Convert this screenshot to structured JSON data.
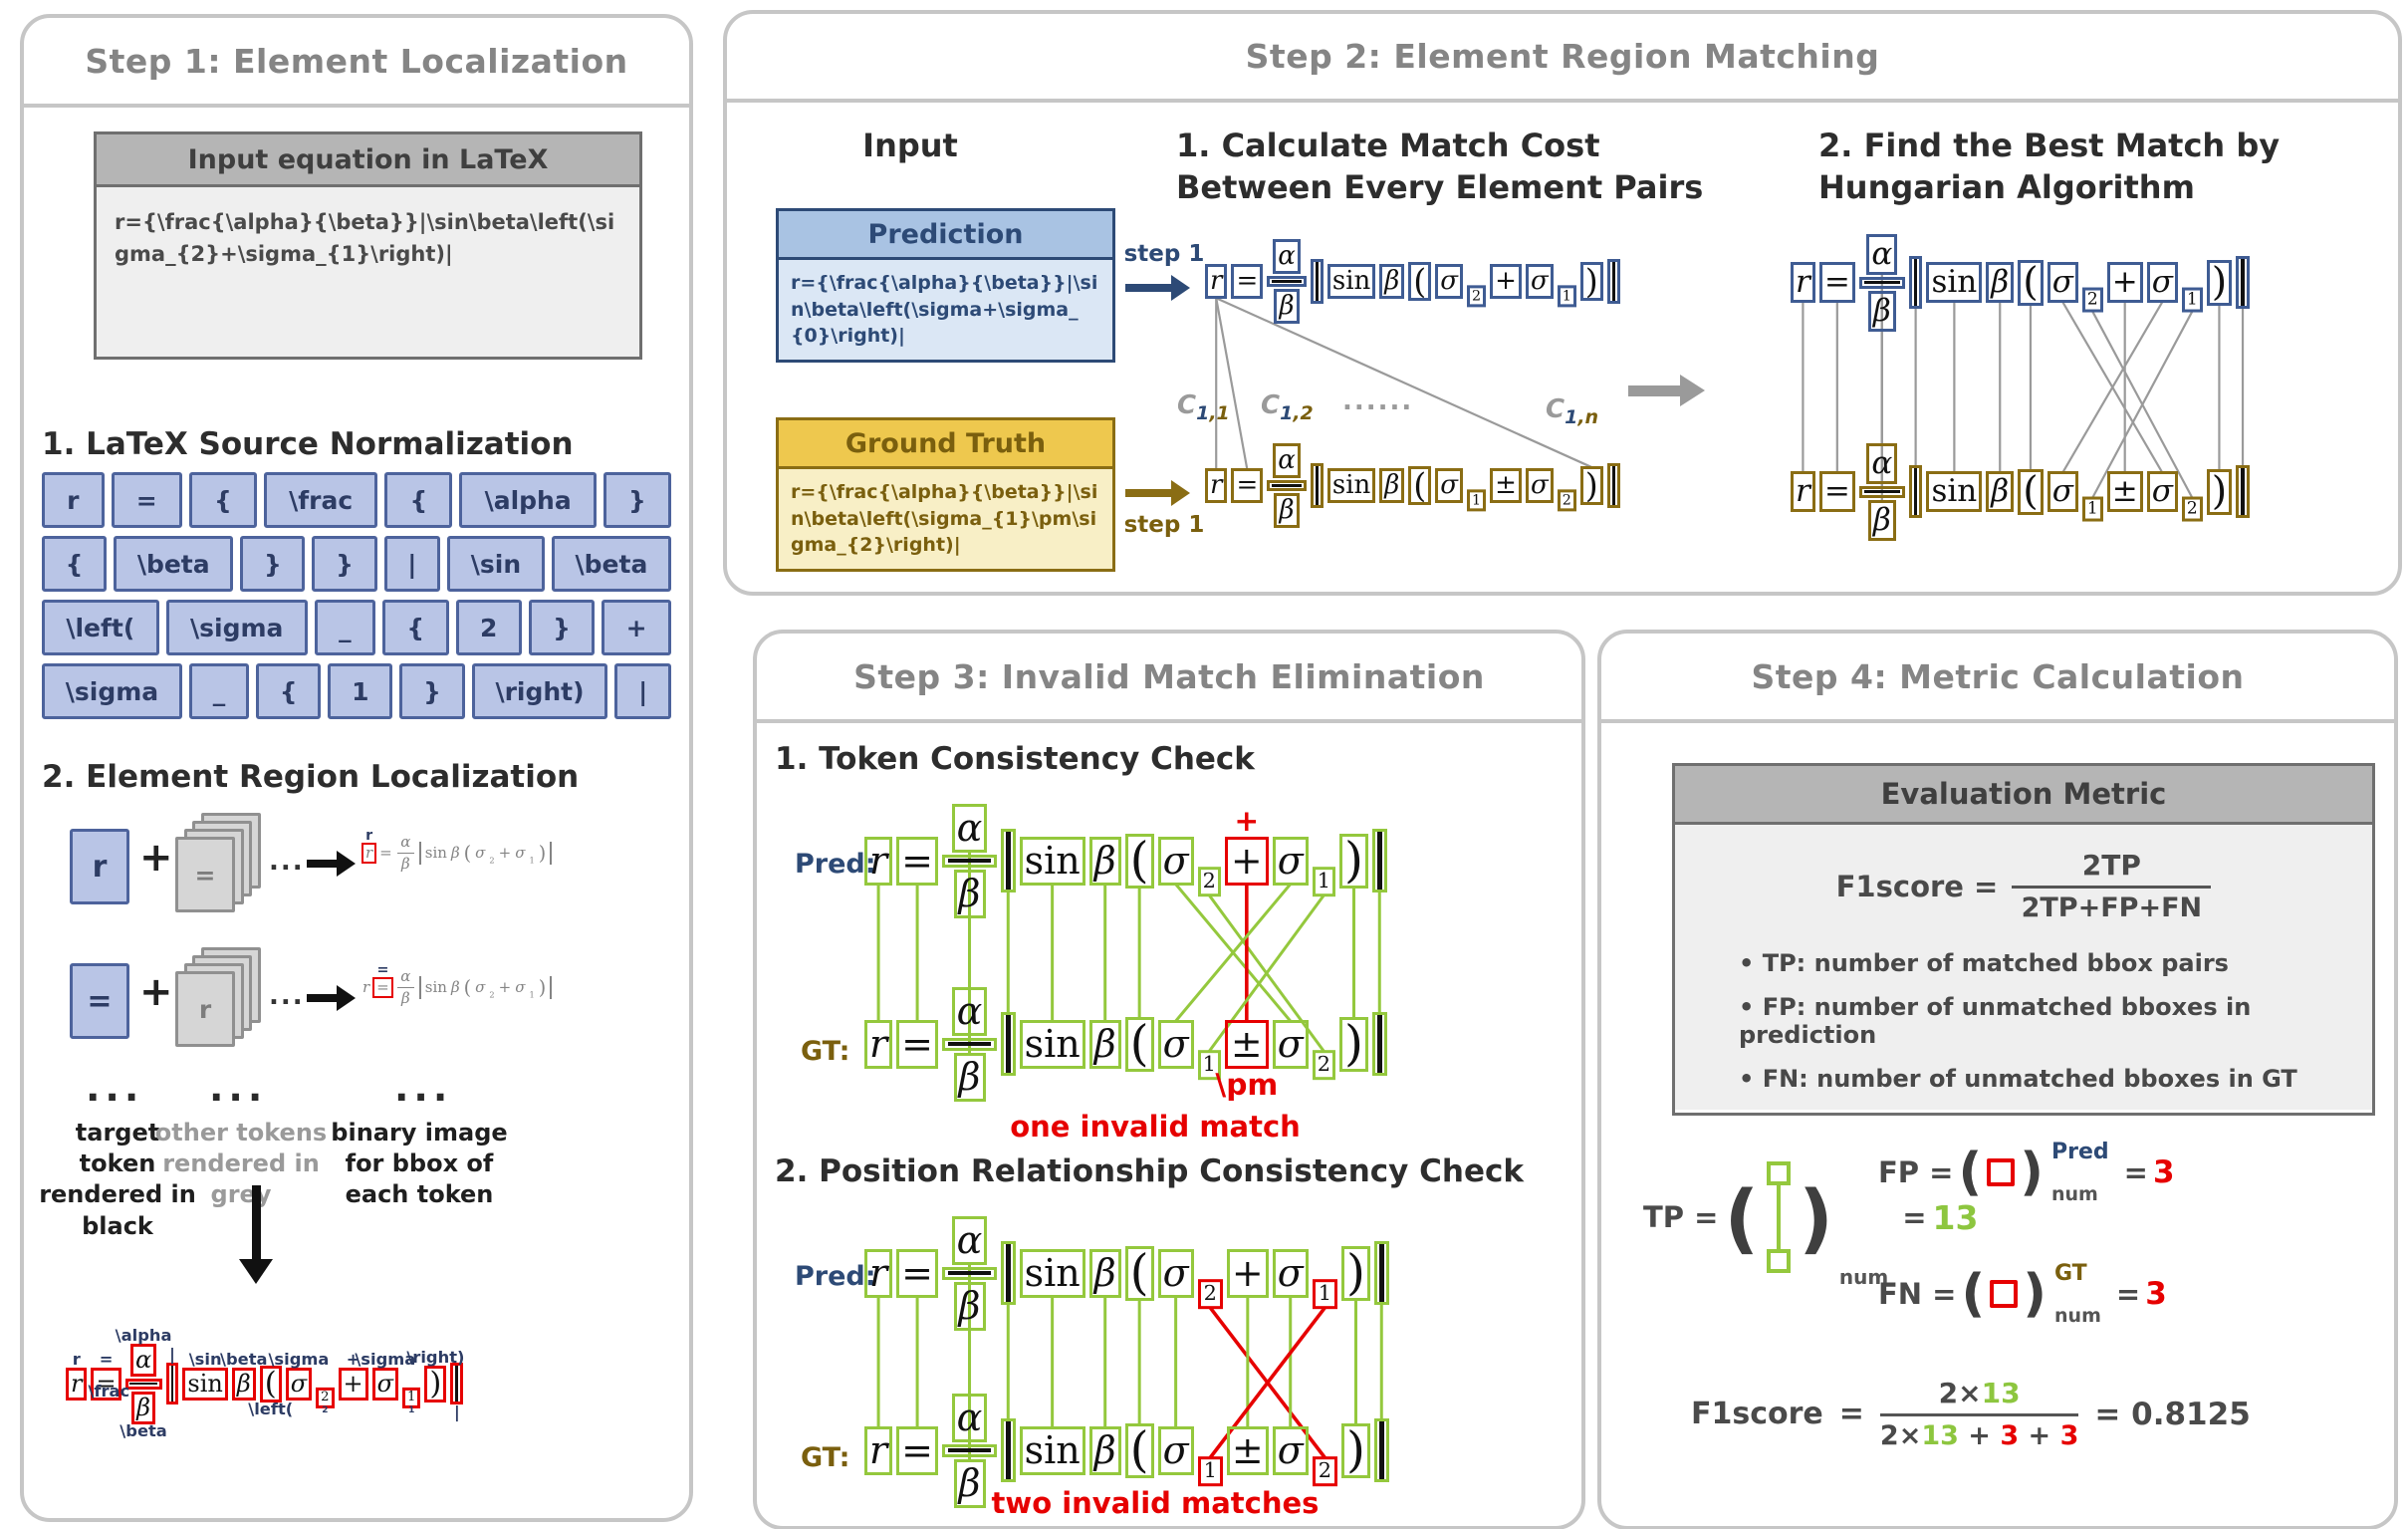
{
  "palette": {
    "panel_border": "#c6c6c6",
    "title_grey": "#858585",
    "navy": "#2d3c64",
    "blue_box_bg": "#b9c5e6",
    "blue_box_border": "#4d639c",
    "pred_border": "#2d4a76",
    "pred_header_bg": "#a9c3e3",
    "pred_body_bg": "#dbe7f5",
    "pred_text": "#2d4a76",
    "gt_border": "#8a6d14",
    "gt_header_bg": "#eec84e",
    "gt_body_bg": "#f8efc6",
    "gt_text": "#7a5f0e",
    "eq_blue": "#3f5c93",
    "eq_gold": "#8a6d14",
    "eq_green": "#94c83d",
    "eq_red": "#e60000",
    "green_val": "#8dc63f",
    "line_grey": "#9a9a9a",
    "card_bg": "#d6d6d6",
    "card_border": "#909090",
    "input_border": "#6f6f6f",
    "input_header_bg": "#b5b5b5",
    "input_body_bg": "#efefef",
    "ink_black": "#111111"
  },
  "step1": {
    "title": "Step 1: Element Localization",
    "input_header": "Input equation in LaTeX",
    "input_latex": "r={\\frac{\\alpha}{\\beta}}|\\sin\\beta\\left(\\sigma_{2}+\\sigma_{1}\\right)|",
    "h1": "1. LaTeX Source Normalization",
    "h2": "2. Element Region Localization",
    "token_rows": [
      [
        "r",
        "=",
        "{",
        "\\frac",
        "{",
        "\\alpha",
        "}"
      ],
      [
        "{",
        "\\beta",
        "}",
        "}",
        "|",
        "\\sin",
        "\\beta"
      ],
      [
        "\\left(",
        "\\sigma",
        "_",
        "{",
        "2",
        "}",
        "+"
      ],
      [
        "\\sigma",
        "_",
        "{",
        "1",
        "}",
        "\\right)",
        "|"
      ]
    ],
    "plus": "+",
    "mini_dots": "...",
    "row1_chip": "r",
    "row1_card": "=",
    "row2_chip": "=",
    "row2_card": "r",
    "ellipsis": "...",
    "captions": [
      "target token rendered in black",
      "other tokens rendered in grey",
      "binary image for bbox of each token"
    ]
  },
  "step2": {
    "title": "Step 2: Element Region Matching",
    "input_label": "Input",
    "h1": "1. Calculate Match Cost Between Every Element Pairs",
    "h2": "2. Find the Best Match by Hungarian Algorithm",
    "pred_header": "Prediction",
    "pred_latex": "r={\\frac{\\alpha}{\\beta}}|\\sin\\beta\\left(\\sigma+\\sigma_{0}\\right)|",
    "gt_header": "Ground Truth",
    "gt_latex": "r={\\frac{\\alpha}{\\beta}}|\\sin\\beta\\left(\\sigma_{1}\\pm\\sigma_{2}\\right)|",
    "step_label_pred": "step 1",
    "step_label_gt": "step 1",
    "cost_labels": [
      {
        "c": "C",
        "i": "1",
        "j": ",1"
      },
      {
        "c": "C",
        "i": "1",
        "j": ",2"
      },
      {
        "c": "C",
        "i": "1",
        "j": ",n"
      }
    ],
    "cost_dots": "......"
  },
  "step3": {
    "title": "Step 3: Invalid Match Elimination",
    "h1": "1. Token Consistency Check",
    "h2": "2. Position Relationship Consistency Check",
    "pred_label": "Pred:",
    "gt_label": "GT:",
    "caption1": "one invalid match",
    "caption2": "two invalid matches"
  },
  "step4": {
    "title": "Step 4: Metric Calculation",
    "box_header": "Evaluation Metric",
    "f1_lhs": "F1score =",
    "f1_num": "2TP",
    "f1_den": "2TP+FP+FN",
    "bullets": [
      "TP:  number of matched bbox pairs",
      "FP: number of unmatched bboxes in prediction",
      "FN: number of unmatched bboxes in GT"
    ],
    "tp_lhs": "TP =",
    "tp_paren_l": "(",
    "tp_paren_r": ")",
    "tp_sub": "num",
    "tp_eq": "=",
    "tp_val": "13",
    "fp_lhs": "FP =",
    "fp_paren_l": "(",
    "fp_paren_r": ")",
    "fp_sup": "Pred",
    "fp_sub": "num",
    "fp_eq": "=",
    "fp_val": "3",
    "fn_lhs": "FN =",
    "fn_paren_l": "(",
    "fn_paren_r": ")",
    "fn_sup": "GT",
    "fn_sub": "num",
    "fn_eq": "=",
    "fn_val": "3",
    "final_lhs": "F1score",
    "final_eq": "=",
    "final_num_a": "2×",
    "final_num_b": "13",
    "final_den_a": "2×",
    "final_den_b": "13",
    "final_den_c": " + ",
    "final_den_d": "3",
    "final_den_e": " + ",
    "final_den_f": "3",
    "final_result": "= 0.8125"
  },
  "math": {
    "tokens": {
      "eqA": [
        {
          "k": "it",
          "t": "r"
        },
        {
          "k": "up",
          "t": "="
        },
        {
          "k": "frac",
          "num": "α",
          "den": "β"
        },
        {
          "k": "vb"
        },
        {
          "k": "up",
          "t": "sin"
        },
        {
          "k": "it",
          "t": "β"
        },
        {
          "k": "par",
          "t": "("
        },
        {
          "k": "it",
          "t": "σ",
          "sub": "2"
        },
        {
          "k": "up",
          "t": "+"
        },
        {
          "k": "it",
          "t": "σ",
          "sub": "1"
        },
        {
          "k": "par",
          "t": ")"
        },
        {
          "k": "vb"
        }
      ],
      "eqB": [
        {
          "k": "it",
          "t": "r"
        },
        {
          "k": "up",
          "t": "="
        },
        {
          "k": "frac",
          "num": "α",
          "den": "β"
        },
        {
          "k": "vb"
        },
        {
          "k": "up",
          "t": "sin"
        },
        {
          "k": "it",
          "t": "β"
        },
        {
          "k": "par",
          "t": "("
        },
        {
          "k": "it",
          "t": "σ",
          "sub": "1"
        },
        {
          "k": "up",
          "t": "±"
        },
        {
          "k": "it",
          "t": "σ",
          "sub": "2"
        },
        {
          "k": "par",
          "t": ")"
        },
        {
          "k": "vb"
        }
      ]
    },
    "eqs": {
      "mini1": {
        "tokens": "eqA",
        "box": "none",
        "font": 15,
        "ink": "grey",
        "overrides": {
          "0": "red"
        },
        "labels": {
          "0": {
            "pos": "above",
            "t": "r"
          }
        }
      },
      "mini2": {
        "tokens": "eqA",
        "box": "none",
        "font": 15,
        "ink": "grey",
        "overrides": {
          "1": "red"
        },
        "labels": {
          "1": {
            "pos": "above",
            "t": "="
          }
        }
      },
      "annotated": {
        "tokens": "eqA",
        "box": "red",
        "font": 24,
        "labels": {
          "0": {
            "pos": "above",
            "t": "r"
          },
          "1": {
            "pos": "above",
            "t": "="
          },
          "2": {
            "pos": "above",
            "t": "\\alpha"
          },
          "3": {
            "pos": "left",
            "t": "\\frac"
          },
          "4": {
            "pos": "below",
            "t": "\\beta"
          },
          "5": {
            "pos": "above",
            "t": "|"
          },
          "6": {
            "pos": "above",
            "t": "\\sin"
          },
          "7": {
            "pos": "above",
            "t": "\\beta"
          },
          "8": {
            "pos": "below",
            "t": "\\left("
          },
          "9": {
            "pos": "above",
            "t": "\\sigma"
          },
          "10": {
            "pos": "below",
            "t": "2"
          },
          "11": {
            "pos": "above",
            "t": "+"
          },
          "12": {
            "pos": "above",
            "t": "\\sigma"
          },
          "13": {
            "pos": "below",
            "t": "1"
          },
          "14": {
            "pos": "above",
            "t": "\\right)"
          },
          "15": {
            "pos": "below",
            "t": "|"
          }
        }
      },
      "s2_mid_pred": {
        "tokens": "eqA",
        "box": "blue",
        "font": 26
      },
      "s2_mid_gt": {
        "tokens": "eqB",
        "box": "gold",
        "font": 26
      },
      "s2_r_pred": {
        "tokens": "eqA",
        "box": "blue",
        "font": 31
      },
      "s2_r_gt": {
        "tokens": "eqB",
        "box": "gold",
        "font": 31
      },
      "s3_a": {
        "tokens": "eqA",
        "box": "green",
        "font": 38,
        "overrides": {
          "11": "red"
        },
        "labels": {
          "11": {
            "pos": "above",
            "t": "+",
            "cls": "red"
          }
        }
      },
      "s3_b": {
        "tokens": "eqB",
        "box": "green",
        "font": 38,
        "overrides": {
          "11": "red"
        },
        "labels": {
          "11": {
            "pos": "below",
            "t": "\\pm",
            "cls": "red"
          }
        }
      },
      "s3_c": {
        "tokens": "eqA",
        "box": "green",
        "font": 38,
        "overrides": {
          "10": "red",
          "13": "red"
        }
      },
      "s3_d": {
        "tokens": "eqB",
        "box": "green",
        "font": 38,
        "overrides": {
          "10": "red",
          "13": "red"
        }
      }
    },
    "m_cost": [
      [
        0,
        0,
        "grey"
      ],
      [
        0,
        1,
        "grey"
      ],
      [
        0,
        14,
        "grey"
      ]
    ],
    "m_hungarian": [
      [
        0,
        0,
        "grey"
      ],
      [
        1,
        1,
        "grey"
      ],
      [
        2,
        2,
        "grey"
      ],
      [
        3,
        3,
        "grey"
      ],
      [
        4,
        4,
        "grey"
      ],
      [
        5,
        5,
        "grey"
      ],
      [
        6,
        6,
        "grey"
      ],
      [
        7,
        7,
        "grey"
      ],
      [
        8,
        8,
        "grey"
      ],
      [
        9,
        12,
        "grey"
      ],
      [
        10,
        13,
        "grey"
      ],
      [
        11,
        11,
        "grey"
      ],
      [
        12,
        9,
        "grey"
      ],
      [
        13,
        10,
        "grey"
      ],
      [
        14,
        14,
        "grey"
      ],
      [
        15,
        15,
        "grey"
      ]
    ],
    "m_token": [
      [
        0,
        0,
        "green"
      ],
      [
        1,
        1,
        "green"
      ],
      [
        2,
        2,
        "green"
      ],
      [
        3,
        3,
        "green"
      ],
      [
        4,
        4,
        "green"
      ],
      [
        5,
        5,
        "green"
      ],
      [
        6,
        6,
        "green"
      ],
      [
        7,
        7,
        "green"
      ],
      [
        8,
        8,
        "green"
      ],
      [
        9,
        12,
        "green"
      ],
      [
        10,
        13,
        "green"
      ],
      [
        11,
        11,
        "red"
      ],
      [
        12,
        9,
        "green"
      ],
      [
        13,
        10,
        "green"
      ],
      [
        14,
        14,
        "green"
      ],
      [
        15,
        15,
        "green"
      ]
    ],
    "m_pos": [
      [
        0,
        0,
        "green"
      ],
      [
        1,
        1,
        "green"
      ],
      [
        2,
        2,
        "green"
      ],
      [
        3,
        3,
        "green"
      ],
      [
        4,
        4,
        "green"
      ],
      [
        5,
        5,
        "green"
      ],
      [
        6,
        6,
        "green"
      ],
      [
        7,
        7,
        "green"
      ],
      [
        8,
        8,
        "green"
      ],
      [
        9,
        9,
        "green"
      ],
      [
        10,
        13,
        "red"
      ],
      [
        11,
        11,
        "green"
      ],
      [
        12,
        12,
        "green"
      ],
      [
        13,
        10,
        "red"
      ],
      [
        14,
        14,
        "green"
      ],
      [
        15,
        15,
        "green"
      ]
    ],
    "diagrams": [
      {
        "svg": "sv-cost",
        "top": "eq-mid-pred",
        "bottom": "eq-mid-gt",
        "pairs": "m_cost"
      },
      {
        "svg": "sv-hung",
        "top": "eq-r-pred",
        "bottom": "eq-r-gt",
        "pairs": "m_hungarian"
      },
      {
        "svg": "sv-token",
        "top": "eq-a",
        "bottom": "eq-b",
        "pairs": "m_token"
      },
      {
        "svg": "sv-pos",
        "top": "eq-c",
        "bottom": "eq-d",
        "pairs": "m_pos"
      }
    ]
  }
}
